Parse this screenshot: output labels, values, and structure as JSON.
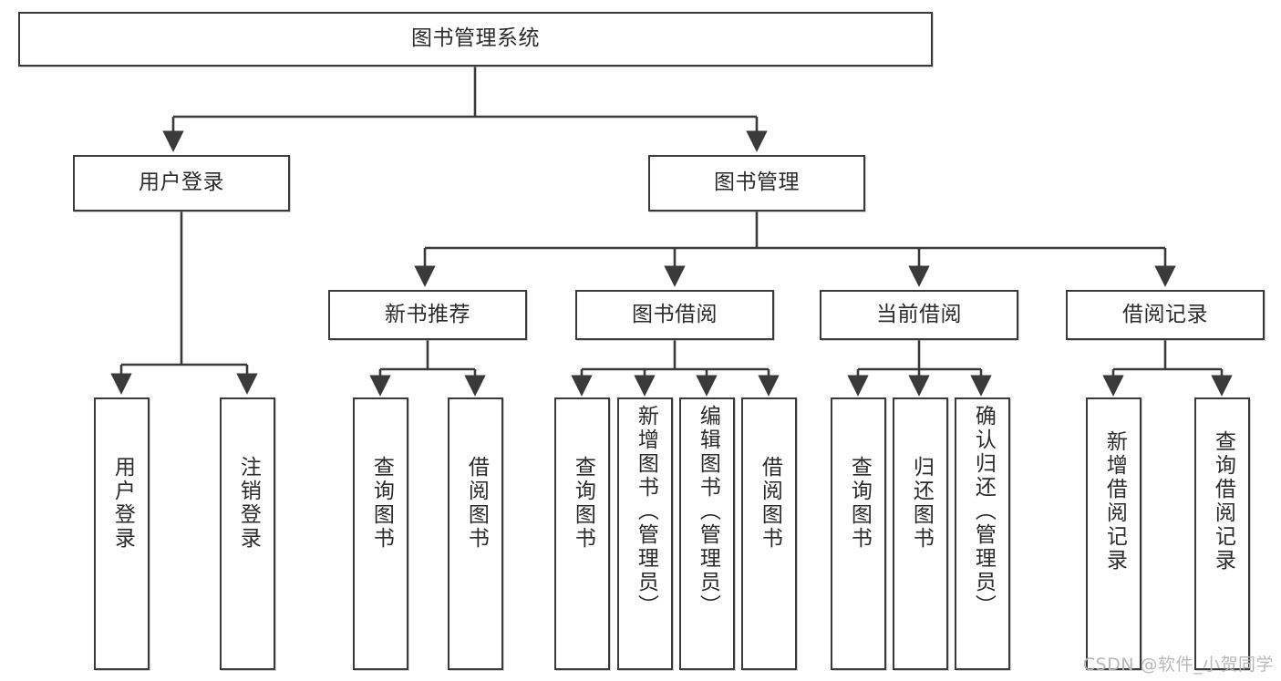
{
  "diagram": {
    "type": "tree-hierarchy-diagram",
    "title": "图书管理系统",
    "root": {
      "label": "图书管理系统"
    },
    "level2": [
      {
        "label": "用户登录"
      },
      {
        "label": "图书管理"
      }
    ],
    "level3": [
      {
        "label": "新书推荐"
      },
      {
        "label": "图书借阅"
      },
      {
        "label": "当前借阅"
      },
      {
        "label": "借阅记录"
      }
    ],
    "leaves": {
      "user_login": [
        {
          "label": "用户登录"
        },
        {
          "label": "注销登录"
        }
      ],
      "new_book_recommend": [
        {
          "label": "查询图书"
        },
        {
          "label": "借阅图书"
        }
      ],
      "book_borrow": [
        {
          "label": "查询图书"
        },
        {
          "label": "新增图书（管理员）"
        },
        {
          "label": "编辑图书（管理员）"
        },
        {
          "label": "借阅图书"
        }
      ],
      "current_borrow": [
        {
          "label": "查询图书"
        },
        {
          "label": "归还图书"
        },
        {
          "label": "确认归还（管理员）"
        }
      ],
      "borrow_record": [
        {
          "label": "新增借阅记录"
        },
        {
          "label": "查询借阅记录"
        }
      ]
    }
  },
  "watermark": {
    "text": "CSDN @软件_小贺同学"
  },
  "colors": {
    "stroke": "#3a3a3a",
    "text": "#2b2b2b",
    "background": "#ffffff",
    "watermark": "#b9b9b9"
  }
}
